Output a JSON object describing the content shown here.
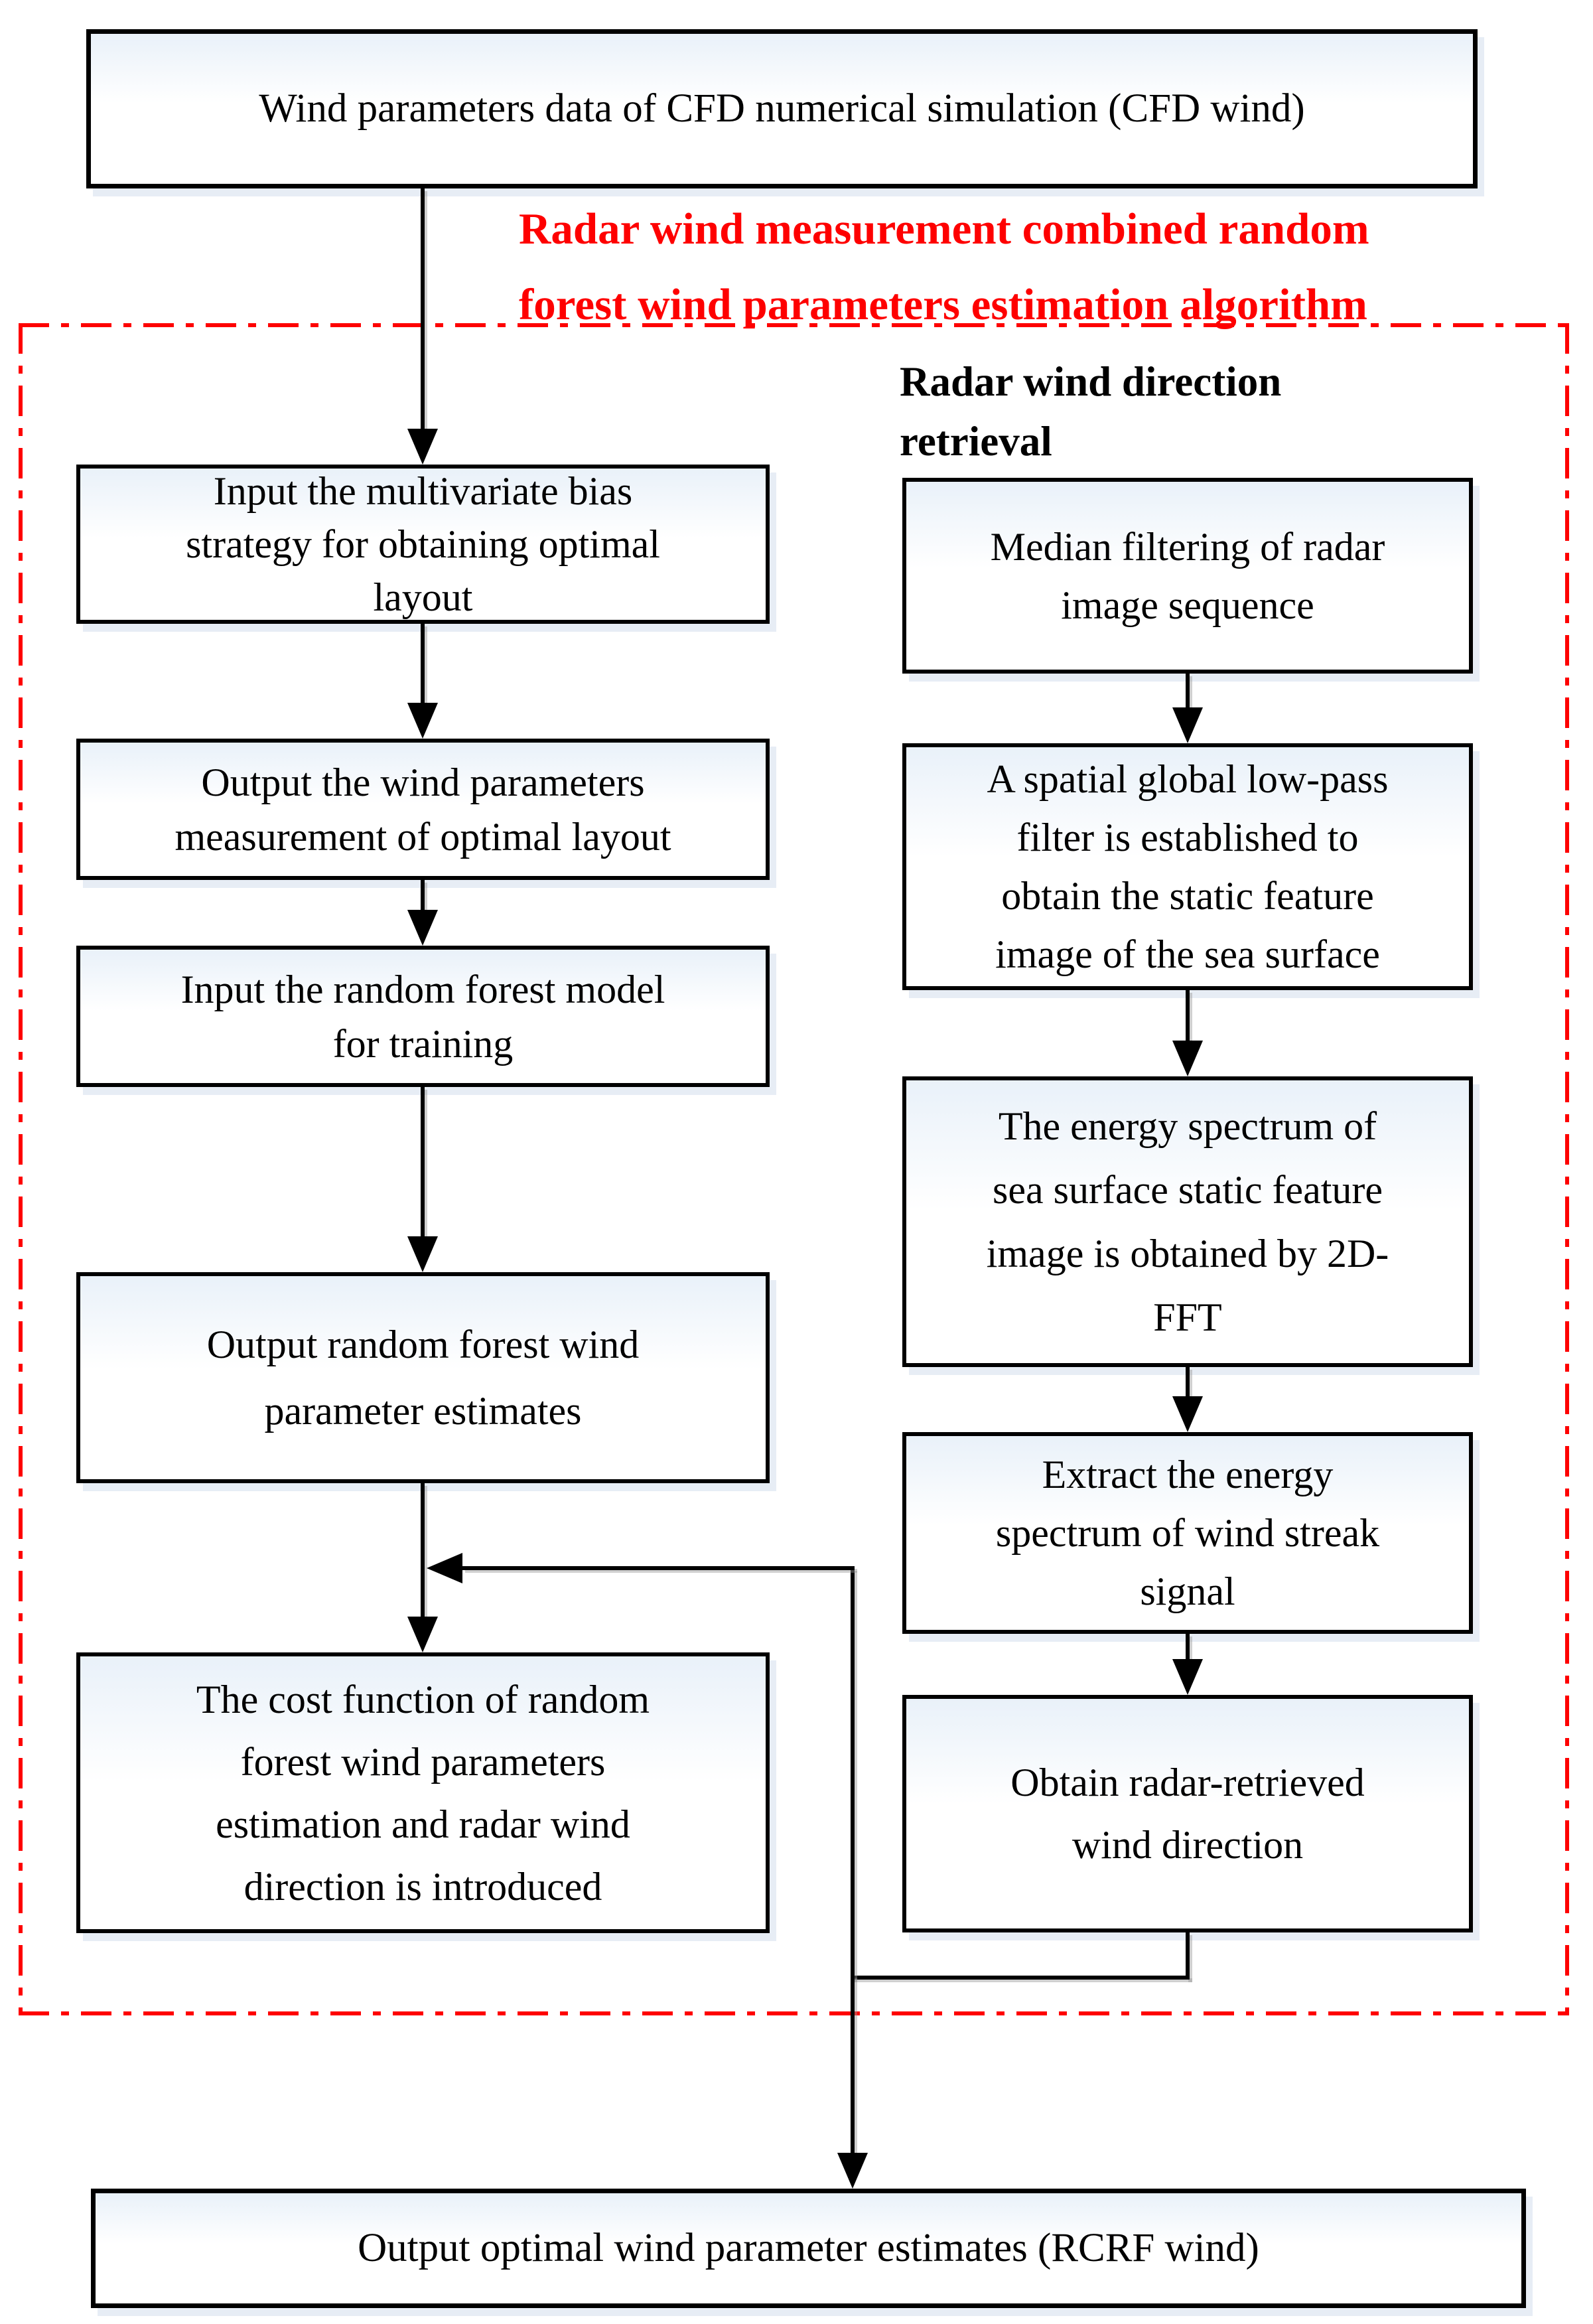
{
  "diagram": {
    "top_node": {
      "label": "Wind parameters data of CFD numerical simulation (CFD wind)"
    },
    "red_title": {
      "lines": [
        "Radar wind measurement combined random",
        "forest wind parameters estimation algorithm"
      ]
    },
    "right_heading": {
      "lines": [
        "Radar wind direction",
        "retrieval"
      ]
    },
    "left_steps": [
      {
        "label": "Input the multivariate bias strategy for obtaining optimal layout",
        "lines": [
          "Input the multivariate bias",
          "strategy for obtaining optimal",
          "layout"
        ]
      },
      {
        "label": "Output the wind parameters measurement of optimal layout",
        "lines": [
          "Output the wind parameters",
          "measurement of optimal layout"
        ]
      },
      {
        "label": "Input the random forest model for training",
        "lines": [
          "Input the random forest model",
          "for training"
        ]
      },
      {
        "label": "Output random forest wind parameter estimates",
        "lines": [
          "Output random forest wind",
          "parameter estimates"
        ]
      },
      {
        "label": "The cost function of random forest wind parameters estimation and radar wind direction is introduced",
        "lines": [
          "The cost function of random",
          "forest wind parameters",
          "estimation and radar wind",
          "direction is introduced"
        ]
      }
    ],
    "right_steps": [
      {
        "label": "Median filtering of radar image sequence",
        "lines": [
          "Median filtering of radar",
          "image sequence"
        ]
      },
      {
        "label": "A spatial global low-pass filter is established to obtain the static feature image of the sea surface",
        "lines": [
          "A spatial global low-pass",
          "filter is established to",
          "obtain the static feature",
          "image of the sea surface"
        ]
      },
      {
        "label": "The energy spectrum of sea surface static feature image is obtained by 2D-FFT",
        "lines": [
          "The energy spectrum of",
          "sea surface static feature",
          "image is obtained by 2D-",
          "FFT"
        ]
      },
      {
        "label": "Extract the energy spectrum of wind streak signal",
        "lines": [
          "Extract the energy",
          "spectrum of wind streak",
          "signal"
        ]
      },
      {
        "label": "Obtain radar-retrieved wind direction",
        "lines": [
          "Obtain radar-retrieved",
          "wind direction"
        ]
      }
    ],
    "output_node": {
      "label": "Output optimal wind parameter estimates (RCRF wind)"
    },
    "colors": {
      "boundary_red": "#fe0000",
      "line_black": "#000000",
      "node_fill_top": "#e9f1f9"
    }
  }
}
